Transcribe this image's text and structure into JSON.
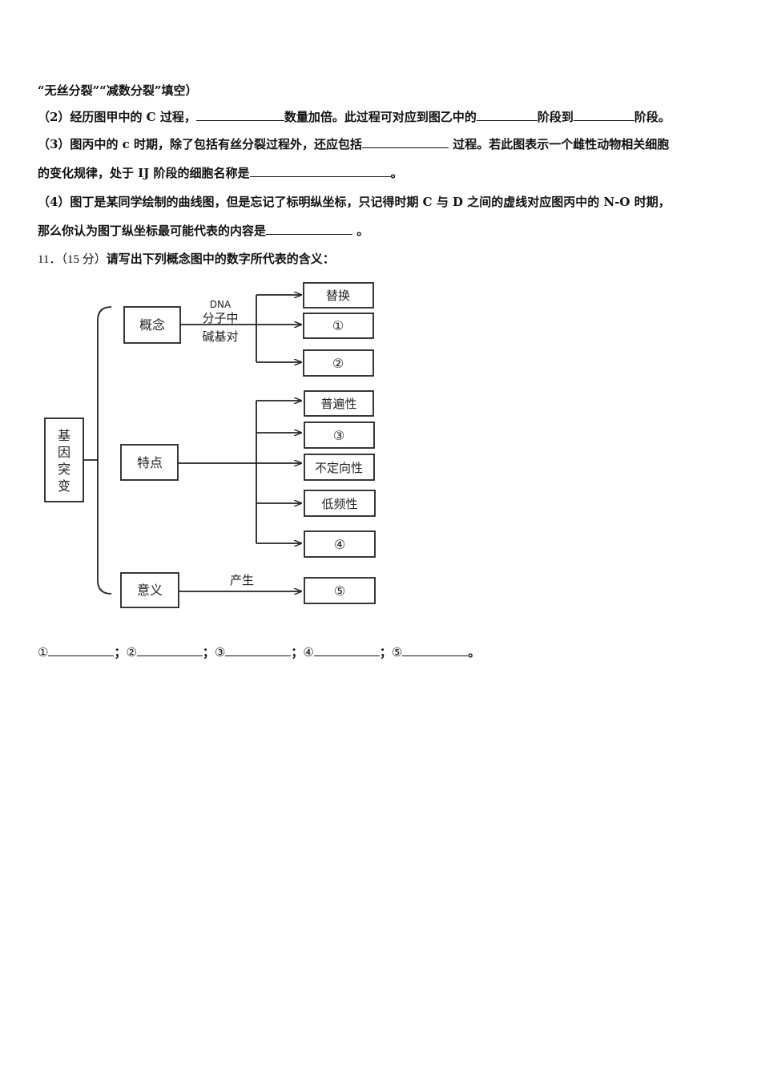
{
  "lines": [
    {
      "id": "l1",
      "parts": [
        "“无丝分裂”“减数分裂”填空）"
      ]
    },
    {
      "id": "l2",
      "parts": [
        "（2）经历图甲中的 C 过程，",
        "数量加倍。此过程可对应到图乙中的",
        "阶段到",
        "阶段。"
      ]
    },
    {
      "id": "l3",
      "parts": [
        "（3）图丙中的 c 时期，除了包括有丝分裂过程外，还应包括",
        " 过程。若此图表示一个雌性动物相关细胞"
      ]
    },
    {
      "id": "l4",
      "parts": [
        "的变化规律，处于 IJ 阶段的细胞名称是",
        "。"
      ]
    },
    {
      "id": "l5",
      "parts": [
        "（4）图丁是某同学绘制的曲线图，但是忘记了标明纵坐标，只记得时期 C 与 D 之间的虚线对应图丙中的 N-O 时期，"
      ]
    },
    {
      "id": "l6",
      "parts": [
        "那么你认为图丁纵坐标最可能代表的内容是",
        " 。"
      ]
    }
  ],
  "q11": {
    "num": "11．（15 分）",
    "text": "请写出下列概念图中的数字所代表的含义："
  },
  "diagram": {
    "root": "基因突变",
    "branches": [
      {
        "label": "概念",
        "edge": "DNA分子中碱基对",
        "edge_lines": [
          "DNA",
          "分子中",
          "碱基对"
        ],
        "targets": [
          "替换",
          "①",
          "②"
        ]
      },
      {
        "label": "特点",
        "targets": [
          "普遍性",
          "③",
          "不定向性",
          "低频性",
          "④"
        ]
      },
      {
        "label": "意义",
        "edge": "产生",
        "targets": [
          "⑤"
        ]
      }
    ]
  },
  "answers": [
    {
      "mark": "①",
      "sep": "；"
    },
    {
      "mark": "②",
      "sep": "；"
    },
    {
      "mark": "③",
      "sep": "；"
    },
    {
      "mark": "④",
      "sep": "；"
    },
    {
      "mark": "⑤",
      "sep": "。"
    }
  ]
}
